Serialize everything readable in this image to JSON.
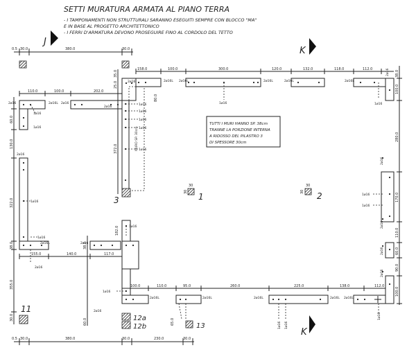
{
  "header": {
    "title": "SETTI MURATURA ARMATA AL PIANO TERRA",
    "notes": [
      "- I TAMPONAMENTI NON STRUTTURALI SARANNO ESEGUITI SEMPRE CON BLOCCO \"MA\"",
      "  E IN BASE AL PROGETTO ARCHITETTONICO",
      "- I FERRI D'ARMATURA DEVONO PROSEGUIRE FINO AL CORDOLO DEL TETTO"
    ]
  },
  "sections": {
    "j": "J",
    "k_top": "K",
    "k_bottom": "K"
  },
  "note_box": [
    "TUTTI I MURI HANNO SP. 38cm",
    "TRANNE LA PORZIONE INTERNA",
    "A RIDOSSO DEL PILASTRO 3",
    "DI SPESSORE 30cm"
  ],
  "wall_label": "MURO SP. 30cm",
  "pillars": [
    {
      "id": "p1",
      "label": "1",
      "size": "30"
    },
    {
      "id": "p2",
      "label": "2",
      "size": "30"
    },
    {
      "id": "p3",
      "label": "3"
    },
    {
      "id": "p11",
      "label": "11"
    },
    {
      "id": "p12a",
      "label": "12a"
    },
    {
      "id": "p12b",
      "label": "12b"
    },
    {
      "id": "p13",
      "label": "13"
    }
  ],
  "dims_top_row": [
    "0.5",
    "30.0",
    "380.0",
    "30.0"
  ],
  "dims_top_run": [
    "158.0",
    "100.0",
    "300.0",
    "120.0",
    "132.0",
    "118.0",
    "112.0"
  ],
  "dims_upper_left": [
    "110.0",
    "100.0",
    "202.0"
  ],
  "dims_left_vertical": [
    "60.0",
    "130.0",
    "322.0",
    "38.0",
    "355.0",
    "30.0"
  ],
  "dims_inner_vertical": [
    "35.0",
    "25.0",
    "80.0",
    "372.0",
    "182.0",
    "38.0",
    "60.0",
    "65.0"
  ],
  "dims_lower_left": [
    "155.0",
    "140.0",
    "117.0"
  ],
  "dims_bottom_run": [
    "100.0",
    "110.0",
    "95.0",
    "260.0",
    "225.0",
    "138.0",
    "112.0"
  ],
  "dims_right_vertical": [
    "38.0",
    "100.0",
    "280.0",
    "170.0",
    "110.0",
    "60.0",
    "90.0",
    "100.0"
  ],
  "dims_bottom_row": [
    "0.5",
    "30.0",
    "380.0",
    "30.0",
    "230.0",
    "30.0"
  ],
  "rebar_labels": {
    "pair": "2ø16",
    "single": "1ø16",
    "pair_long": "2ø16L"
  }
}
